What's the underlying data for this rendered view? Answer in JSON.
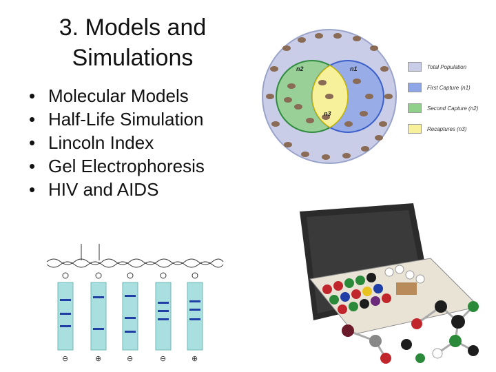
{
  "slide": {
    "title_line1": "3. Models and",
    "title_line2": "Simulations",
    "bullets": [
      "Molecular Models",
      "Half-Life Simulation",
      "Lincoln Index",
      "Gel Electrophoresis",
      "HIV and AIDS"
    ],
    "bullet_glyph": "•"
  },
  "venn": {
    "label_n2": "n2",
    "label_n1": "n1",
    "label_n3": "n3",
    "colors": {
      "total": "#c9cde8",
      "first": "#8fa6e6",
      "second": "#8fd08a",
      "overlap": "#f6f19a"
    }
  },
  "legend": {
    "items": [
      {
        "label": "Total Population",
        "color": "#c9cde8"
      },
      {
        "label": "First Capture (n1)",
        "color": "#8fa6e6"
      },
      {
        "label": "Second Capture (n2)",
        "color": "#8fd08a"
      },
      {
        "label": "Recaptures (n3)",
        "color": "#f6f19a"
      }
    ]
  },
  "gel": {
    "lane_color": "#a9e0df",
    "band_color": "#1f3fa6",
    "minus_glyph": "⊖",
    "plus_glyph": "⊕"
  }
}
